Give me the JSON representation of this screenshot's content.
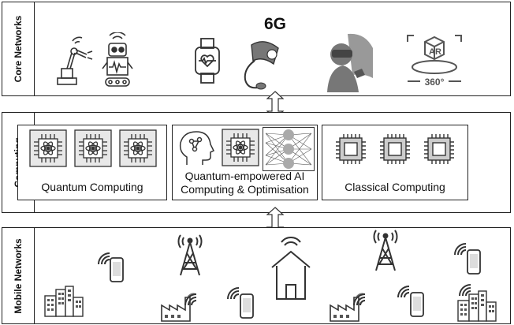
{
  "layers": {
    "core": {
      "label": "Core Networks",
      "title": "6G"
    },
    "computing": {
      "label": "Computing",
      "boxes": [
        {
          "label_lines": [
            "Quantum Computing"
          ]
        },
        {
          "label_lines": [
            "Quantum-empowered AI",
            "Computing & Optimisation"
          ]
        },
        {
          "label_lines": [
            "Classical Computing"
          ]
        }
      ]
    },
    "mobile": {
      "label": "Mobile Networks"
    }
  },
  "icons": {
    "core": [
      "robot-arm-icon",
      "robot-icon",
      "smartwatch-icon",
      "blood-pressure-monitor-icon",
      "vr-headset-icon",
      "ar-360-icon"
    ],
    "computing": [
      "quantum-chip-icon",
      "ai-head-icon",
      "neural-network-icon",
      "cpu-chip-icon"
    ],
    "mobile": [
      "building-icon",
      "smartphone-icon",
      "cell-tower-icon",
      "factory-icon",
      "house-icon",
      "wifi-icon"
    ]
  },
  "ar_icon_text": {
    "ar": "AR",
    "deg": "360°"
  }
}
